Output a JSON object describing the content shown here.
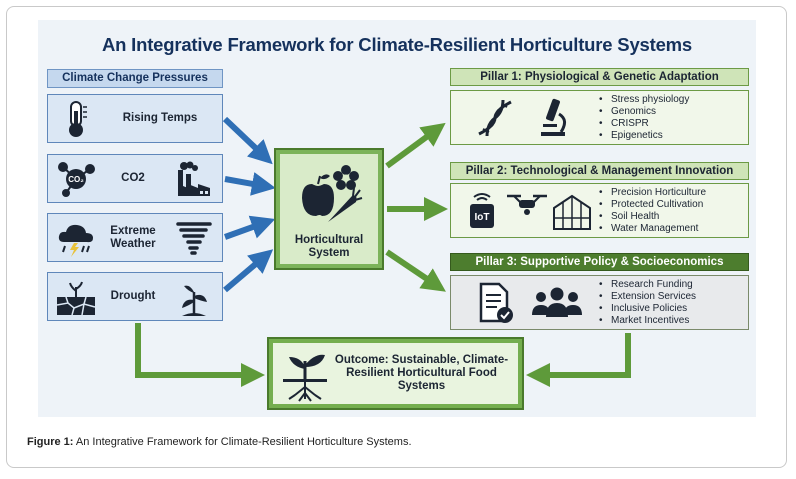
{
  "title": "An Integrative Framework for Climate-Resilient Horticulture Systems",
  "pressures": {
    "header": "Climate Change Pressures",
    "items": [
      {
        "label": "Rising Temps",
        "icon": "thermometer-icon"
      },
      {
        "label": "CO2",
        "icon": "co2-factory-icon"
      },
      {
        "label": "Extreme Weather",
        "icon": "storm-tornado-icon"
      },
      {
        "label": "Drought",
        "icon": "drought-plant-icon"
      }
    ]
  },
  "center": {
    "label": "Horticultural System",
    "icon": "apple-carrot-flower-icon"
  },
  "pillars": [
    {
      "title": "Pillar 1: Physiological & Genetic Adaptation",
      "icons": [
        "dna-icon",
        "microscope-icon"
      ],
      "bullets": [
        "Stress physiology",
        "Genomics",
        "CRISPR",
        "Epigenetics"
      ]
    },
    {
      "title": "Pillar 2: Technological & Management Innovation",
      "icons": [
        "iot-sensor-icon",
        "drone-icon",
        "greenhouse-icon"
      ],
      "bullets": [
        "Precision Horticulture",
        "Protected Cultivation",
        "Soil Health",
        "Water Management"
      ]
    },
    {
      "title": "Pillar 3: Supportive Policy & Socioeconomics",
      "icons": [
        "document-check-icon",
        "people-group-icon"
      ],
      "bullets": [
        "Research Funding",
        "Extension Services",
        "Inclusive Policies",
        "Market Incentives"
      ]
    }
  ],
  "iot_label": "IoT",
  "co2_label": "CO₂",
  "outcome": {
    "label": "Outcome: Sustainable, Climate-Resilient Horticultural Food Systems",
    "icon": "sprout-roots-icon"
  },
  "caption": {
    "prefix": "Figure 1:",
    "text": " An Integrative Framework for Climate-Resilient Horticulture Systems."
  },
  "colors": {
    "blue_arrow": "#2f6fb5",
    "green_arrow": "#5e9a3a",
    "navy_title": "#15315c"
  }
}
